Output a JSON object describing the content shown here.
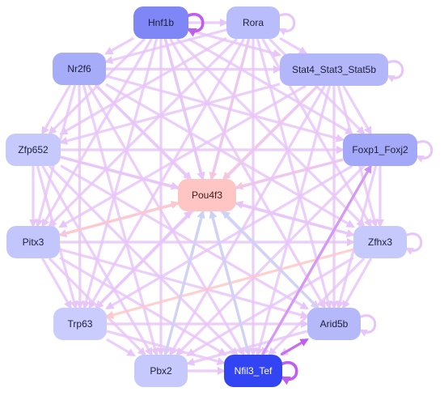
{
  "network": {
    "nodes": [
      {
        "id": "Hnf1b",
        "label": "Hnf1b",
        "fill": "#7f86f5",
        "text_color": "#1f1f3a"
      },
      {
        "id": "Rora",
        "label": "Rora",
        "fill": "#b9bdfb",
        "text_color": "#1f1f3a"
      },
      {
        "id": "Nr2f6",
        "label": "Nr2f6",
        "fill": "#a7acf8",
        "text_color": "#1f1f3a"
      },
      {
        "id": "Stat4_Stat3_Stat5b",
        "label": "Stat4_Stat3_Stat5b",
        "fill": "#b3b7fa",
        "text_color": "#1f1f3a"
      },
      {
        "id": "Zfp652",
        "label": "Zfp652",
        "fill": "#c6c9fc",
        "text_color": "#1f1f3a"
      },
      {
        "id": "Foxp1_Foxj2",
        "label": "Foxp1_Foxj2",
        "fill": "#a3a8f8",
        "text_color": "#1f1f3a"
      },
      {
        "id": "Pou4f3",
        "label": "Pou4f3",
        "fill": "#ffc4c4",
        "text_color": "#3a1f1f"
      },
      {
        "id": "Pitx3",
        "label": "Pitx3",
        "fill": "#c3c6fc",
        "text_color": "#1f1f3a"
      },
      {
        "id": "Zfhx3",
        "label": "Zfhx3",
        "fill": "#c6c9fc",
        "text_color": "#1f1f3a"
      },
      {
        "id": "Trp63",
        "label": "Trp63",
        "fill": "#c9ccfc",
        "text_color": "#1f1f3a"
      },
      {
        "id": "Arid5b",
        "label": "Arid5b",
        "fill": "#b5b9fa",
        "text_color": "#1f1f3a"
      },
      {
        "id": "Pbx2",
        "label": "Pbx2",
        "fill": "#c6c9fc",
        "text_color": "#1f1f3a"
      },
      {
        "id": "Nfil3_Tef",
        "label": "Nfil3_Tef",
        "fill": "#3344f2",
        "text_color": "#ffffff"
      }
    ],
    "edges": [
      [
        "Hnf1b",
        "Rora",
        "#e8c5f8"
      ],
      [
        "Hnf1b",
        "Nr2f6",
        "#e8c5f8"
      ],
      [
        "Hnf1b",
        "Stat4_Stat3_Stat5b",
        "#e8c5f8"
      ],
      [
        "Hnf1b",
        "Zfp652",
        "#e8c5f8"
      ],
      [
        "Hnf1b",
        "Foxp1_Foxj2",
        "#e8c5f8"
      ],
      [
        "Hnf1b",
        "Pou4f3",
        "#c9d4f5"
      ],
      [
        "Hnf1b",
        "Pitx3",
        "#e8c5f8"
      ],
      [
        "Hnf1b",
        "Zfhx3",
        "#e8c5f8"
      ],
      [
        "Hnf1b",
        "Trp63",
        "#e8c5f8"
      ],
      [
        "Hnf1b",
        "Arid5b",
        "#e8c5f8"
      ],
      [
        "Hnf1b",
        "Pbx2",
        "#e8c5f8"
      ],
      [
        "Hnf1b",
        "Nfil3_Tef",
        "#e8c5f8"
      ],
      [
        "Rora",
        "Nr2f6",
        "#e8c5f8"
      ],
      [
        "Rora",
        "Stat4_Stat3_Stat5b",
        "#e8c5f8"
      ],
      [
        "Rora",
        "Zfp652",
        "#e8c5f8"
      ],
      [
        "Rora",
        "Foxp1_Foxj2",
        "#e8c5f8"
      ],
      [
        "Rora",
        "Pou4f3",
        "#ffc8c8"
      ],
      [
        "Rora",
        "Pitx3",
        "#e8c5f8"
      ],
      [
        "Rora",
        "Zfhx3",
        "#e8c5f8"
      ],
      [
        "Rora",
        "Trp63",
        "#e8c5f8"
      ],
      [
        "Rora",
        "Arid5b",
        "#e8c5f8"
      ],
      [
        "Rora",
        "Pbx2",
        "#e8c5f8"
      ],
      [
        "Rora",
        "Nfil3_Tef",
        "#e8c5f8"
      ],
      [
        "Nr2f6",
        "Stat4_Stat3_Stat5b",
        "#e8c5f8"
      ],
      [
        "Nr2f6",
        "Zfp652",
        "#e8c5f8"
      ],
      [
        "Nr2f6",
        "Foxp1_Foxj2",
        "#e8c5f8"
      ],
      [
        "Nr2f6",
        "Pou4f3",
        "#e8c5f8"
      ],
      [
        "Nr2f6",
        "Pitx3",
        "#e8c5f8"
      ],
      [
        "Nr2f6",
        "Zfhx3",
        "#e8c5f8"
      ],
      [
        "Nr2f6",
        "Trp63",
        "#e8c5f8"
      ],
      [
        "Nr2f6",
        "Arid5b",
        "#e8c5f8"
      ],
      [
        "Nr2f6",
        "Pbx2",
        "#e8c5f8"
      ],
      [
        "Nr2f6",
        "Nfil3_Tef",
        "#e8c5f8"
      ],
      [
        "Stat4_Stat3_Stat5b",
        "Zfp652",
        "#e8c5f8"
      ],
      [
        "Stat4_Stat3_Stat5b",
        "Foxp1_Foxj2",
        "#e8c5f8"
      ],
      [
        "Stat4_Stat3_Stat5b",
        "Pou4f3",
        "#ffc8c8"
      ],
      [
        "Stat4_Stat3_Stat5b",
        "Pitx3",
        "#e8c5f8"
      ],
      [
        "Stat4_Stat3_Stat5b",
        "Zfhx3",
        "#e8c5f8"
      ],
      [
        "Stat4_Stat3_Stat5b",
        "Trp63",
        "#e8c5f8"
      ],
      [
        "Stat4_Stat3_Stat5b",
        "Arid5b",
        "#e8c5f8"
      ],
      [
        "Stat4_Stat3_Stat5b",
        "Pbx2",
        "#e8c5f8"
      ],
      [
        "Stat4_Stat3_Stat5b",
        "Nfil3_Tef",
        "#e8c5f8"
      ],
      [
        "Zfp652",
        "Foxp1_Foxj2",
        "#e8c5f8"
      ],
      [
        "Zfp652",
        "Pou4f3",
        "#e8c5f8"
      ],
      [
        "Zfp652",
        "Pitx3",
        "#e8c5f8"
      ],
      [
        "Zfp652",
        "Zfhx3",
        "#e8c5f8"
      ],
      [
        "Zfp652",
        "Trp63",
        "#e8c5f8"
      ],
      [
        "Zfp652",
        "Arid5b",
        "#e8c5f8"
      ],
      [
        "Zfp652",
        "Pbx2",
        "#e8c5f8"
      ],
      [
        "Zfp652",
        "Nfil3_Tef",
        "#e8c5f8"
      ],
      [
        "Foxp1_Foxj2",
        "Pou4f3",
        "#ffc8c8"
      ],
      [
        "Foxp1_Foxj2",
        "Pitx3",
        "#e8c5f8"
      ],
      [
        "Foxp1_Foxj2",
        "Zfhx3",
        "#e8c5f8"
      ],
      [
        "Foxp1_Foxj2",
        "Trp63",
        "#e8c5f8"
      ],
      [
        "Foxp1_Foxj2",
        "Arid5b",
        "#e8c5f8"
      ],
      [
        "Foxp1_Foxj2",
        "Pbx2",
        "#e8c5f8"
      ],
      [
        "Foxp1_Foxj2",
        "Nfil3_Tef",
        "#e8c5f8"
      ],
      [
        "Pitx3",
        "Pou4f3",
        "#ffc8c8"
      ],
      [
        "Pitx3",
        "Zfhx3",
        "#e8c5f8"
      ],
      [
        "Pitx3",
        "Trp63",
        "#e8c5f8"
      ],
      [
        "Pitx3",
        "Arid5b",
        "#e8c5f8"
      ],
      [
        "Pitx3",
        "Pbx2",
        "#e8c5f8"
      ],
      [
        "Pitx3",
        "Nfil3_Tef",
        "#e8c5f8"
      ],
      [
        "Zfhx3",
        "Pou4f3",
        "#e8c5f8"
      ],
      [
        "Zfhx3",
        "Trp63",
        "#ffc8c8"
      ],
      [
        "Zfhx3",
        "Arid5b",
        "#e8c5f8"
      ],
      [
        "Zfhx3",
        "Pbx2",
        "#e8c5f8"
      ],
      [
        "Zfhx3",
        "Nfil3_Tef",
        "#e8c5f8"
      ],
      [
        "Trp63",
        "Pou4f3",
        "#e8c5f8"
      ],
      [
        "Trp63",
        "Arid5b",
        "#e8c5f8"
      ],
      [
        "Trp63",
        "Pbx2",
        "#e8c5f8"
      ],
      [
        "Trp63",
        "Nfil3_Tef",
        "#e8c5f8"
      ],
      [
        "Arid5b",
        "Pou4f3",
        "#c9d4f5"
      ],
      [
        "Arid5b",
        "Pbx2",
        "#e8c5f8"
      ],
      [
        "Arid5b",
        "Nfil3_Tef",
        "#e8c5f8"
      ],
      [
        "Pbx2",
        "Pou4f3",
        "#c9d4f5"
      ],
      [
        "Pbx2",
        "Nfil3_Tef",
        "#e8c5f8"
      ],
      [
        "Nfil3_Tef",
        "Pou4f3",
        "#c9d4f5"
      ],
      [
        "Nfil3_Tef",
        "Arid5b",
        "#c05cf0"
      ],
      [
        "Nfil3_Tef",
        "Foxp1_Foxj2",
        "#d28ef5"
      ],
      [
        "Hnf1b",
        "Pou4f3",
        "#e8c5f8"
      ]
    ],
    "self_loops": [
      [
        "Hnf1b",
        "#c05cf0"
      ],
      [
        "Rora",
        "#e8c5f8"
      ],
      [
        "Stat4_Stat3_Stat5b",
        "#e8c5f8"
      ],
      [
        "Foxp1_Foxj2",
        "#e8c5f8"
      ],
      [
        "Zfhx3",
        "#e8c5f8"
      ],
      [
        "Arid5b",
        "#e8c5f8"
      ],
      [
        "Nfil3_Tef",
        "#c05cf0"
      ]
    ]
  }
}
